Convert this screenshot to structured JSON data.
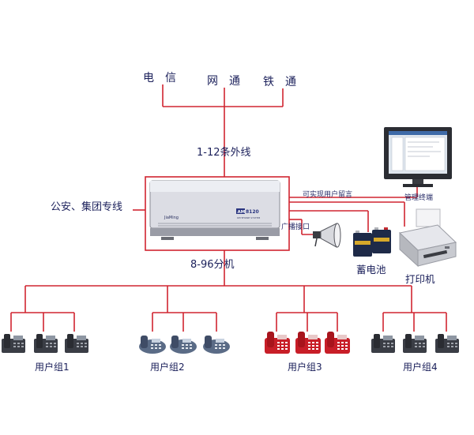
{
  "carriers": [
    "电信",
    "网通",
    "铁通"
  ],
  "trunk_label": "1-12条外线",
  "dedicated_line_label": "公安、集团专线",
  "extension_label": "8-96分机",
  "pbx": {
    "brand": "JiaMing",
    "model_prefix": "AM",
    "model_number": "8120",
    "subtitle": "KEYPHONE SYSTEM"
  },
  "voicemail_label": "可实现用户留言",
  "management_terminal_label": "管理终端",
  "broadcast_label": "广播接口",
  "battery_label": "蓄电池",
  "printer_label": "打印机",
  "user_groups": [
    "用户组1",
    "用户组2",
    "用户组3",
    "用户组4"
  ],
  "colors": {
    "line": "#d02530",
    "text": "#1a1f5a",
    "phone_dark": "#3a3d45",
    "phone_blue": "#5a6b86",
    "phone_red": "#c81e28",
    "battery": "#1e2a48",
    "battery_label": "#d6a82a"
  }
}
